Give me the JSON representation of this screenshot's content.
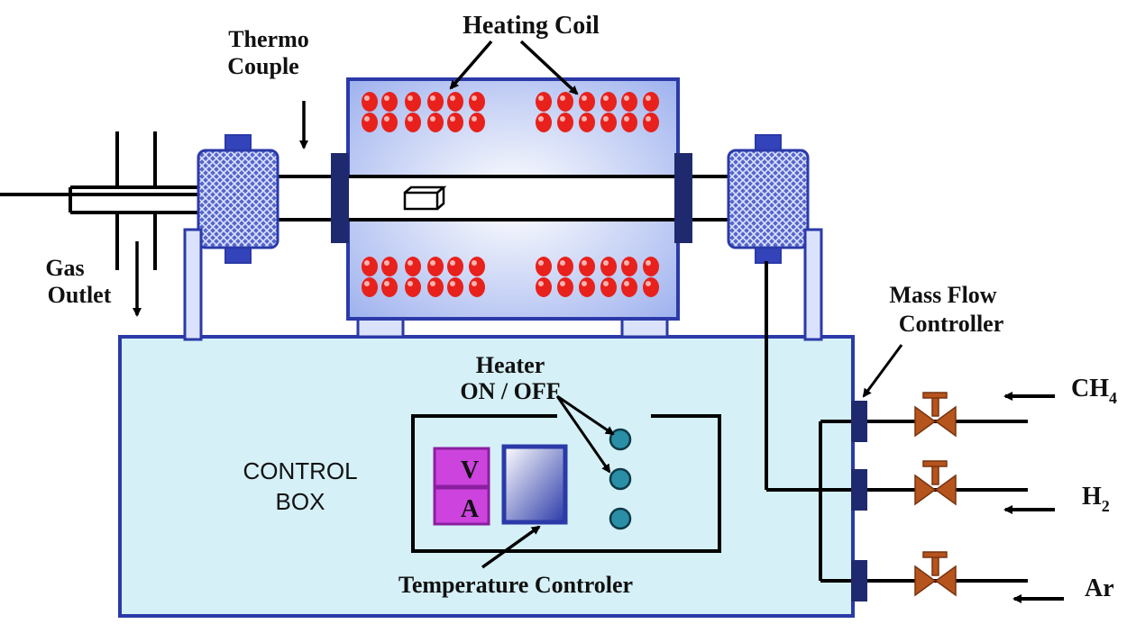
{
  "labels": {
    "heating_coil": "Heating Coil",
    "thermo_line1": "Thermo",
    "thermo_line2": "Couple",
    "gas_line1": "Gas",
    "gas_line2": "Outlet",
    "mass_line1": "Mass Flow",
    "mass_line2": "Controller",
    "heater_line1": "Heater",
    "heater_line2": "ON / OFF",
    "control_line1": "CONTROL",
    "control_line2": "BOX",
    "meter_v": "V",
    "meter_a": "A",
    "temp_controller": "Temperature Controler",
    "gas_ch4": "CH",
    "gas_ch4_sub": "4",
    "gas_h2": "H",
    "gas_h2_sub": "2",
    "gas_ar": "Ar"
  },
  "colors": {
    "outline": "#2b3aa8",
    "furnace_fill": "#c9d4f5",
    "control_box_fill": "#d5f0f7",
    "coil_red": "#e8211c",
    "valve": "#b5541c",
    "knob": "#2a8fa6",
    "meter": "#cc44dd"
  }
}
